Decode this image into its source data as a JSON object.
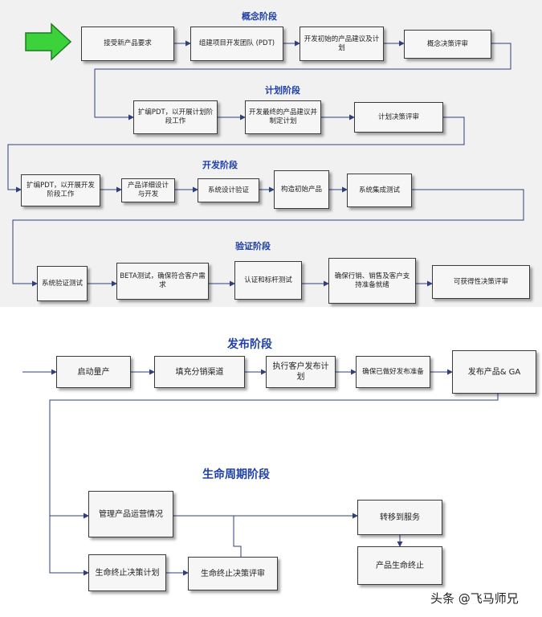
{
  "stages": {
    "concept": "概念阶段",
    "plan": "计划阶段",
    "develop": "开发阶段",
    "verify": "验证阶段",
    "release": "发布阶段",
    "lifecycle": "生命周期阶段"
  },
  "concept": {
    "receive_request": "接受新产品要求",
    "form_pdt": "组建项目开发团队 (PDT)",
    "initial_proposal": "开发初始的产品建议及计划",
    "concept_review": "概念决策评审"
  },
  "plan": {
    "expand_pdt": "扩编PDT，以开展计划阶段工作",
    "final_proposal": "开发最终的产品建议并制定计划",
    "plan_review": "计划决策评审"
  },
  "develop": {
    "expand_pdt": "扩编PDT，以开展开发阶段工作",
    "product_design": "产品详细设计与开发",
    "system_design_verify": "系统设计验证",
    "build_prototype": "构造初始产品",
    "system_integration_test": "系统集成测试"
  },
  "verify": {
    "system_verify_test": "系统验证测试",
    "beta_test": "BETA测试，确保符合客户需求",
    "certification_test": "认证和标杆测试",
    "ensure_readiness": "确保行销、销售及客户支持准备就绪",
    "availability_review": "可获得性决策评审"
  },
  "release": {
    "start_production": "启动量产",
    "fill_channels": "填充分销渠道",
    "execute_launch": "执行客户发布计划",
    "ensure_release": "确保已做好发布准备",
    "release_ga": "发布产品& GA"
  },
  "lifecycle": {
    "manage_product": "管理产品运营情况",
    "transfer_service": "转移到服务",
    "eol_plan": "生命终止决策计划",
    "eol_review": "生命终止决策评审",
    "eol": "产品生命终止"
  },
  "watermark": "头条 @飞马师兄",
  "colors": {
    "stage_title": "#1f3fa8",
    "start_arrow": "#3cd23c",
    "connector": "#2f3f7a"
  },
  "icons": {
    "start_arrow": "green-arrow-icon"
  }
}
